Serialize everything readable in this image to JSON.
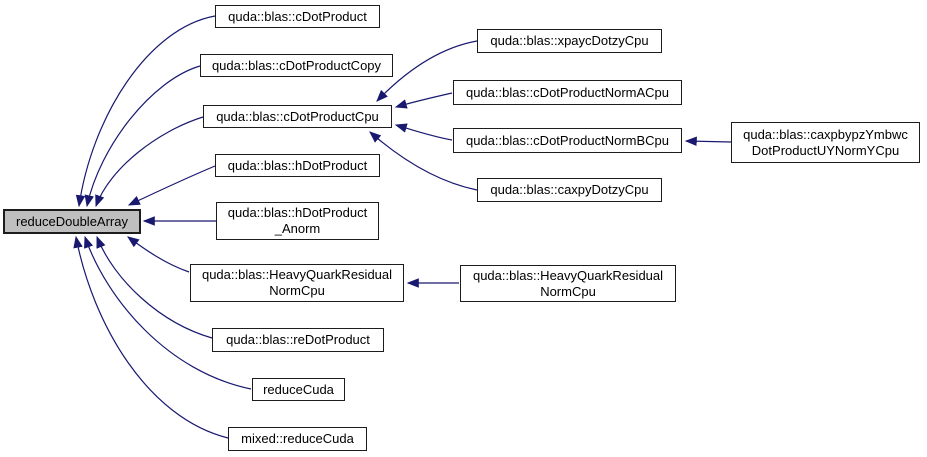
{
  "graph": {
    "kind": "call-graph",
    "colors": {
      "background": "#ffffff",
      "edge": "#191970",
      "node_border": "#1c1c1c",
      "node_fill": "#ffffff",
      "focused_node_fill": "#bfbfbf"
    },
    "nodes": [
      {
        "id": "reduceDoubleArray",
        "focused": true,
        "lines": [
          "reduceDoubleArray"
        ]
      },
      {
        "id": "quda-blas-cDotProduct",
        "lines": [
          "quda::blas::cDotProduct"
        ]
      },
      {
        "id": "quda-blas-cDotProductCopy",
        "lines": [
          "quda::blas::cDotProductCopy"
        ]
      },
      {
        "id": "quda-blas-cDotProductCpu",
        "lines": [
          "quda::blas::cDotProductCpu"
        ]
      },
      {
        "id": "quda-blas-hDotProduct",
        "lines": [
          "quda::blas::hDotProduct"
        ]
      },
      {
        "id": "quda-blas-hDotProduct-Anorm",
        "lines": [
          "quda::blas::hDotProduct",
          "_Anorm"
        ]
      },
      {
        "id": "quda-blas-HeavyQuarkResidualNormCpu",
        "lines": [
          "quda::blas::HeavyQuarkResidual",
          "NormCpu"
        ]
      },
      {
        "id": "quda-blas-reDotProduct",
        "lines": [
          "quda::blas::reDotProduct"
        ]
      },
      {
        "id": "reduceCuda",
        "lines": [
          "reduceCuda"
        ]
      },
      {
        "id": "mixed-reduceCuda",
        "lines": [
          "mixed::reduceCuda"
        ]
      },
      {
        "id": "quda-blas-xpaycDotzyCpu",
        "lines": [
          "quda::blas::xpaycDotzyCpu"
        ]
      },
      {
        "id": "quda-blas-cDotProductNormACpu",
        "lines": [
          "quda::blas::cDotProductNormACpu"
        ]
      },
      {
        "id": "quda-blas-cDotProductNormBCpu",
        "lines": [
          "quda::blas::cDotProductNormBCpu"
        ]
      },
      {
        "id": "quda-blas-caxpyDotzyCpu",
        "lines": [
          "quda::blas::caxpyDotzyCpu"
        ]
      },
      {
        "id": "quda-blas-HeavyQuarkResidualNormCpu-caller",
        "lines": [
          "quda::blas::HeavyQuarkResidual",
          "NormCpu"
        ]
      },
      {
        "id": "quda-blas-caxpbypzYmbwcDotProductUYNormYCpu",
        "lines": [
          "quda::blas::caxpbypzYmbwc",
          "DotProductUYNormYCpu"
        ]
      }
    ],
    "edges": [
      {
        "from": "quda::blas::cDotProduct",
        "to": "reduceDoubleArray"
      },
      {
        "from": "quda::blas::cDotProductCopy",
        "to": "reduceDoubleArray"
      },
      {
        "from": "quda::blas::cDotProductCpu",
        "to": "reduceDoubleArray"
      },
      {
        "from": "quda::blas::hDotProduct",
        "to": "reduceDoubleArray"
      },
      {
        "from": "quda::blas::hDotProduct_Anorm",
        "to": "reduceDoubleArray"
      },
      {
        "from": "quda::blas::HeavyQuarkResidualNormCpu",
        "to": "reduceDoubleArray"
      },
      {
        "from": "quda::blas::reDotProduct",
        "to": "reduceDoubleArray"
      },
      {
        "from": "reduceCuda",
        "to": "reduceDoubleArray"
      },
      {
        "from": "mixed::reduceCuda",
        "to": "reduceDoubleArray"
      },
      {
        "from": "quda::blas::xpaycDotzyCpu",
        "to": "quda::blas::cDotProductCpu"
      },
      {
        "from": "quda::blas::cDotProductNormACpu",
        "to": "quda::blas::cDotProductCpu"
      },
      {
        "from": "quda::blas::cDotProductNormBCpu",
        "to": "quda::blas::cDotProductCpu"
      },
      {
        "from": "quda::blas::caxpyDotzyCpu",
        "to": "quda::blas::cDotProductCpu"
      },
      {
        "from": "quda::blas::caxpbypzYmbwcDotProductUYNormYCpu",
        "to": "quda::blas::cDotProductNormBCpu"
      },
      {
        "from": "quda::blas::HeavyQuarkResidualNormCpu (caller)",
        "to": "quda::blas::HeavyQuarkResidualNormCpu"
      }
    ]
  }
}
